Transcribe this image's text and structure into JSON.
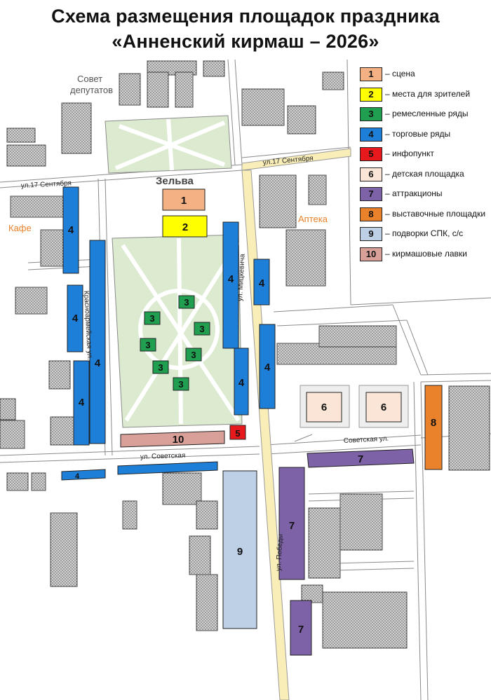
{
  "title": {
    "line1": "Схема размещения площадок праздника",
    "line2": "«Анненский кирмаш – 2026»"
  },
  "colors": {
    "stage": "#f4b183",
    "seats": "#ffff00",
    "crafts": "#1f9f4f",
    "trade": "#1e7fd8",
    "info": "#e8191c",
    "kids": "#fbe5d6",
    "rides": "#7e62a8",
    "expo": "#e9822a",
    "farm": "#bdd0e6",
    "kirmash": "#d9a09a",
    "road": "#faeeb8",
    "park": "#dcebd0",
    "building": "#cfcfcf"
  },
  "legend": [
    {
      "num": "1",
      "label": "– сцена",
      "color": "#f4b183"
    },
    {
      "num": "2",
      "label": "– места для зрителей",
      "color": "#ffff00"
    },
    {
      "num": "3",
      "label": "– ремесленные ряды",
      "color": "#1f9f4f"
    },
    {
      "num": "4",
      "label": "– торговые ряды",
      "color": "#1e7fd8"
    },
    {
      "num": "5",
      "label": "– инфопункт",
      "color": "#e8191c"
    },
    {
      "num": "6",
      "label": "– детская площадка",
      "color": "#fbe5d6"
    },
    {
      "num": "7",
      "label": "– аттракционы",
      "color": "#7e62a8"
    },
    {
      "num": "8",
      "label": "– выставочные площадки",
      "color": "#e9822a"
    },
    {
      "num": "9",
      "label": "– подворки СПК, с/с",
      "color": "#bdd0e6"
    },
    {
      "num": "10",
      "label": "– кирмашовые лавки",
      "color": "#d9a09a"
    }
  ],
  "map": {
    "streets": {
      "sept17_left": "ул.17 Сентября",
      "sept17_right": "ул.17 Сентября",
      "krasnoarm": "Красноармейская ул.",
      "mickev": "ул. Мицкевича",
      "sovetskaya_left": "ул. Советская",
      "sovetskaya_right": "Советская ул.",
      "pobedy": "ул. Победы"
    },
    "places": {
      "sovet": "Совет депутатов",
      "zelva": "Зельва",
      "cafe": "Кафе",
      "apteka": "Аптека"
    },
    "zone_labels": {
      "stage": "1",
      "seats": "2",
      "crafts": "3",
      "trade": "4",
      "info": "5",
      "kids": "6",
      "rides": "7",
      "expo": "8",
      "farm": "9",
      "kirmash": "10"
    }
  }
}
